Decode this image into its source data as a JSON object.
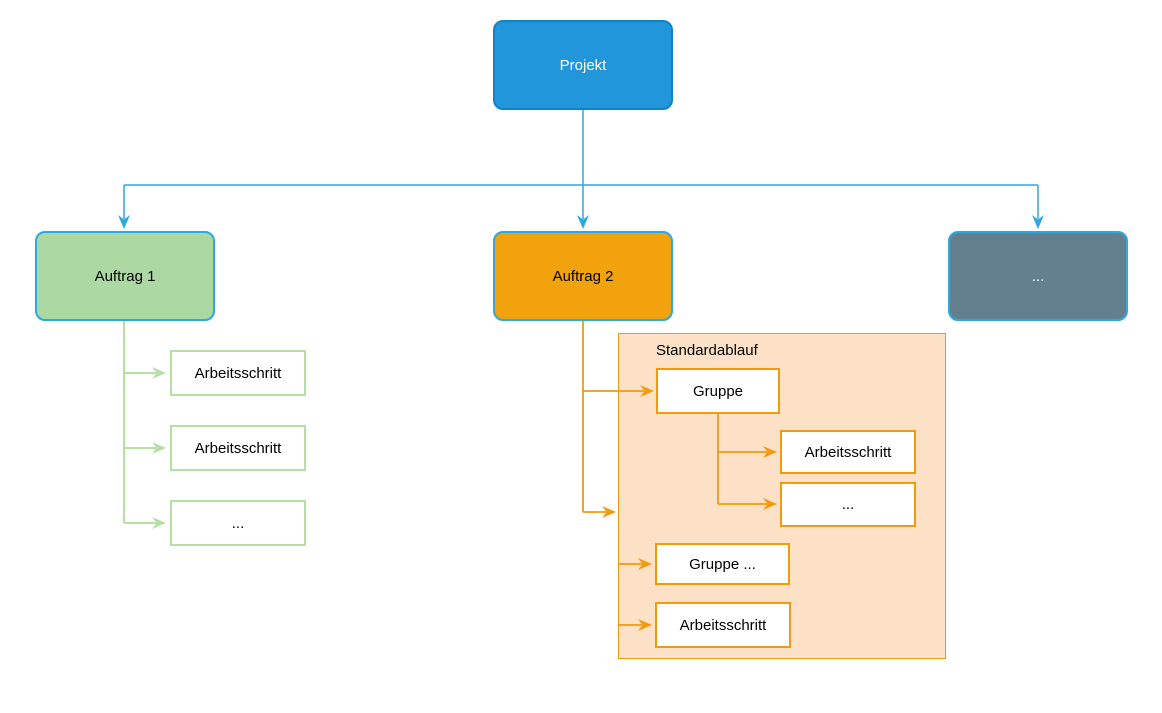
{
  "colors": {
    "canvas_bg": "#ffffff",
    "blue_fill": "#2196DB",
    "blue_stroke": "#1283C8",
    "light_blue_stroke": "#2EA9E0",
    "green_fill": "#ACD9A2",
    "green_line": "#B5DFA5",
    "orange_fill": "#F2A20D",
    "orange_line": "#F29A0D",
    "container_fill": "#FCE1C6",
    "gray_fill": "#64808F",
    "box_text": "#000000",
    "light_text": "#ffffff"
  },
  "nodes": {
    "projekt": {
      "label": "Projekt"
    },
    "auftrag1": {
      "label": "Auftrag 1"
    },
    "auftrag2": {
      "label": "Auftrag 2"
    },
    "auftrag_more": {
      "label": "..."
    },
    "auftrag1_step1": {
      "label": "Arbeitsschritt"
    },
    "auftrag1_step2": {
      "label": "Arbeitsschritt"
    },
    "auftrag1_more": {
      "label": "..."
    },
    "standardablauf": {
      "label": "Standardablauf"
    },
    "gruppe": {
      "label": "Gruppe"
    },
    "gruppe_step": {
      "label": "Arbeitsschritt"
    },
    "gruppe_more": {
      "label": "..."
    },
    "gruppe2": {
      "label": "Gruppe ..."
    },
    "step": {
      "label": "Arbeitsschritt"
    }
  }
}
